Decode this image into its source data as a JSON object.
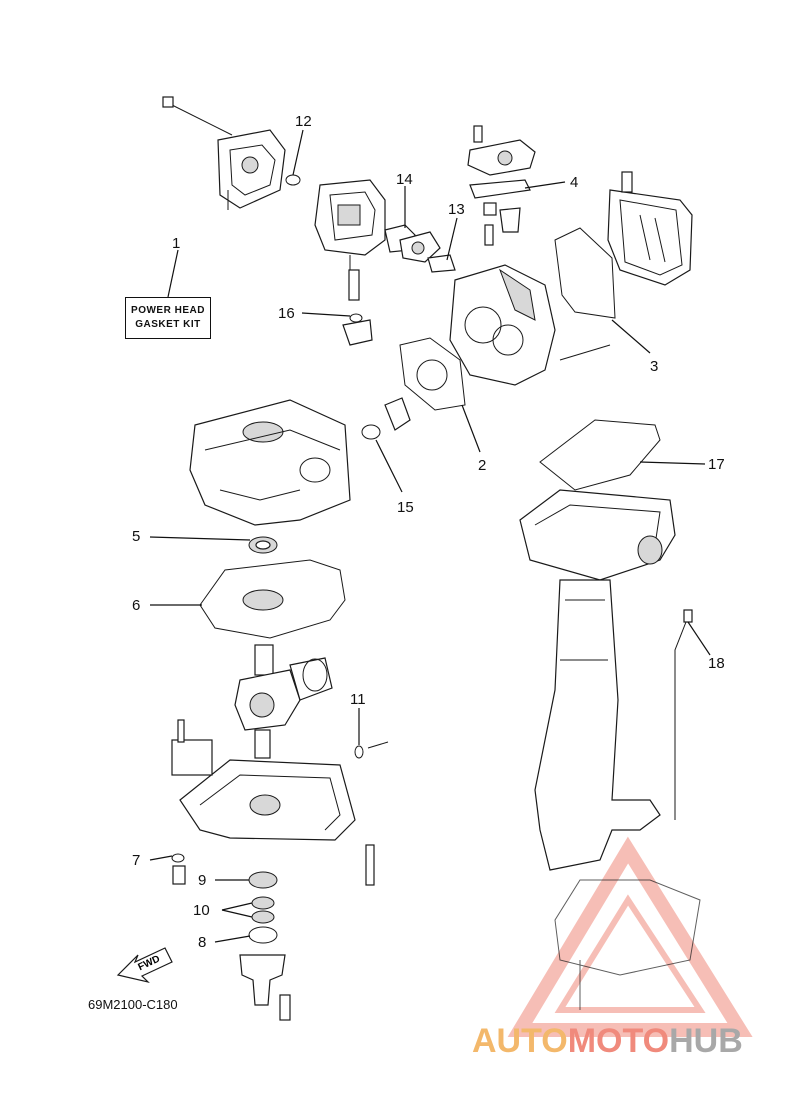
{
  "callouts": [
    {
      "id": "1",
      "label": "1"
    },
    {
      "id": "2",
      "label": "2"
    },
    {
      "id": "3",
      "label": "3"
    },
    {
      "id": "4",
      "label": "4"
    },
    {
      "id": "5",
      "label": "5"
    },
    {
      "id": "6",
      "label": "6"
    },
    {
      "id": "7",
      "label": "7"
    },
    {
      "id": "8",
      "label": "8"
    },
    {
      "id": "9",
      "label": "9"
    },
    {
      "id": "10",
      "label": "10"
    },
    {
      "id": "11",
      "label": "11"
    },
    {
      "id": "12",
      "label": "12"
    },
    {
      "id": "13",
      "label": "13"
    },
    {
      "id": "14",
      "label": "14"
    },
    {
      "id": "15",
      "label": "15"
    },
    {
      "id": "16",
      "label": "16"
    },
    {
      "id": "17",
      "label": "17"
    },
    {
      "id": "18",
      "label": "18"
    }
  ],
  "kit_label": {
    "line1": "POWER HEAD",
    "line2": "GASKET KIT"
  },
  "fwd_arrow": "FWD",
  "figure_code": "69M2100-C180",
  "watermark": {
    "part1": "AUTO",
    "part2": "MOTO",
    "part3": "HUB"
  },
  "colors": {
    "line": "#1a1a1a",
    "watermark_orange": "#f3b86b",
    "watermark_red": "#f08a7c",
    "watermark_gray": "#a8a8a8"
  }
}
